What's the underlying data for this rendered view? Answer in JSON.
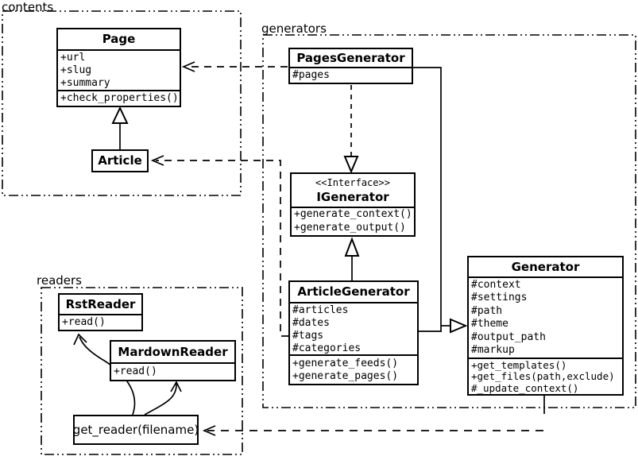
{
  "diagram": {
    "packages": {
      "contents": {
        "label": "contents"
      },
      "generators": {
        "label": "generators"
      },
      "readers": {
        "label": "readers"
      }
    },
    "classes": {
      "page": {
        "title": "Page",
        "attributes": [
          "+url",
          "+slug",
          "+summary"
        ],
        "methods": [
          "+check_properties()"
        ]
      },
      "article": {
        "title": "Article"
      },
      "pages_generator": {
        "title": "PagesGenerator",
        "attributes": [
          "#pages"
        ]
      },
      "igenerator": {
        "stereotype": "<<Interface>>",
        "title": "IGenerator",
        "methods": [
          "+generate_context()",
          "+generate_output()"
        ]
      },
      "article_generator": {
        "title": "ArticleGenerator",
        "attributes": [
          "#articles",
          "#dates",
          "#tags",
          "#categories"
        ],
        "methods": [
          "+generate_feeds()",
          "+generate_pages()"
        ]
      },
      "generator": {
        "title": "Generator",
        "attributes": [
          "#context",
          "#settings",
          "#path",
          "#theme",
          "#output_path",
          "#markup"
        ],
        "methods": [
          "+get_templates()",
          "+get_files(path,exclude)",
          "#_update_context()"
        ]
      },
      "rst_reader": {
        "title": "RstReader",
        "methods": [
          "+read()"
        ]
      },
      "mardown_reader": {
        "title": "MardownReader",
        "methods": [
          "+read()"
        ]
      }
    },
    "nodes": {
      "get_reader": {
        "label": "get_reader(filename)"
      }
    },
    "colors": {
      "line": "#000000",
      "background": "#ffffff",
      "text": "#000000"
    }
  }
}
